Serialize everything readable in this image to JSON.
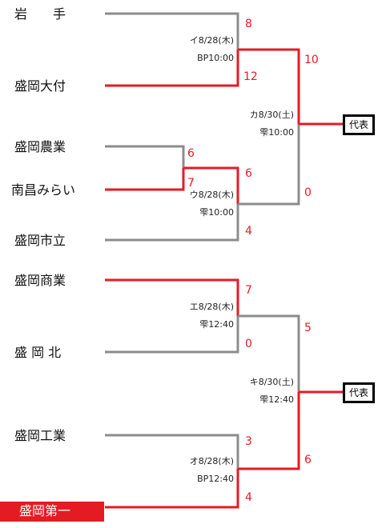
{
  "teams": [
    {
      "name": "岩　　手"
    },
    {
      "name": "盛岡大付"
    },
    {
      "name": "盛岡農業"
    },
    {
      "name": "南昌みらい"
    },
    {
      "name": "盛岡市立"
    },
    {
      "name": "盛岡商業"
    },
    {
      "name": "盛 岡 北"
    },
    {
      "name": "盛岡工業"
    },
    {
      "name": "盛岡第一"
    }
  ],
  "scores": {
    "i_top": "8",
    "i_bot": "12",
    "pre_top": "6",
    "pre_bot": "7",
    "u_top": "6",
    "u_bot": "4",
    "ka_top": "10",
    "ka_bot": "0",
    "e_top": "7",
    "e_bot": "0",
    "o_top": "3",
    "o_bot": "4",
    "ki_top": "5",
    "ki_bot": "6"
  },
  "games": {
    "i": {
      "date": "イ8/28(木)",
      "venue": "BP10:00"
    },
    "u": {
      "date": "ウ8/28(木)",
      "venue": "雫10:00"
    },
    "ka": {
      "date": "カ8/30(土)",
      "venue": "雫10:00"
    },
    "e": {
      "date": "エ8/28(木)",
      "venue": "雫12:40"
    },
    "o": {
      "date": "オ8/28(木)",
      "venue": "BP12:40"
    },
    "ki": {
      "date": "キ8/30(土)",
      "venue": "雫12:40"
    }
  },
  "representative_label": "代表",
  "colors": {
    "winner_line": "#e41b23",
    "loser_line": "#8c8c8c",
    "champion_fill": "#e41b23"
  }
}
